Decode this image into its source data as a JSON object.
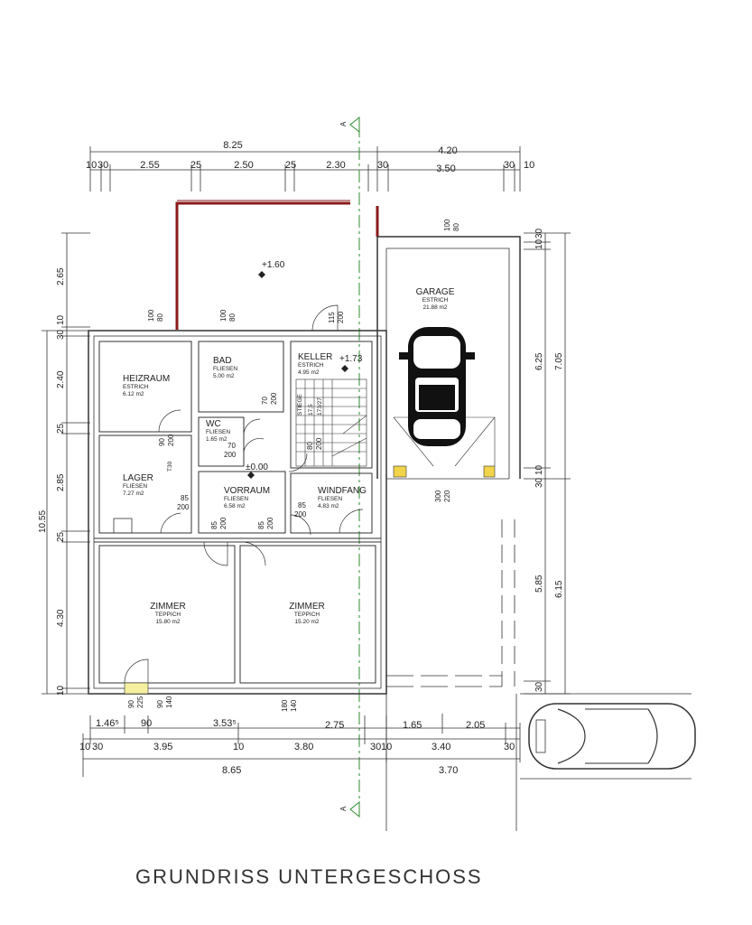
{
  "title": "GRUNDRISS UNTERGESCHOSS",
  "section_marker": "A",
  "levels": {
    "terrace": "+1.60",
    "stairs_top": "+1.73",
    "floor": "±0.00"
  },
  "rooms": [
    {
      "key": "garage",
      "name": "GARAGE",
      "material": "ESTRICH",
      "area": "21.88 m2"
    },
    {
      "key": "heizraum",
      "name": "HEIZRAUM",
      "material": "ESTRICH",
      "area": "6.12 m2"
    },
    {
      "key": "bad",
      "name": "BAD",
      "material": "FLIESEN",
      "area": "5.00 m2"
    },
    {
      "key": "keller",
      "name": "KELLER",
      "material": "ESTRICH",
      "area": "4.95 m2"
    },
    {
      "key": "wc",
      "name": "WC",
      "material": "FLIESEN",
      "area": "1.65 m2"
    },
    {
      "key": "lager",
      "name": "LAGER",
      "material": "FLIESEN",
      "area": "7.27 m2"
    },
    {
      "key": "vorraum",
      "name": "VORRAUM",
      "material": "FLIESEN",
      "area": "6.58 m2"
    },
    {
      "key": "windfang",
      "name": "WINDFANG",
      "material": "FLIESEN",
      "area": "4.83 m2"
    },
    {
      "key": "zimmer1",
      "name": "ZIMMER",
      "material": "TEPPICH",
      "area": "15.80 m2"
    },
    {
      "key": "zimmer2",
      "name": "ZIMMER",
      "material": "TEPPICH",
      "area": "15.20 m2"
    }
  ],
  "stairs": {
    "label": "STIEGE",
    "count": "17,5",
    "rise": "173/27"
  },
  "fire_rating": "T30",
  "dims_top": {
    "overall_left": "8.25",
    "overall_right": "4.20",
    "segments": [
      "10",
      "30",
      "2.55",
      "25",
      "2.50",
      "25",
      "2.30",
      "30",
      "3.50",
      "30",
      "10"
    ]
  },
  "dims_bottom": {
    "row1": [
      "1.46⁵",
      "90",
      "3.53⁵",
      "2.75",
      "1.65",
      "2.05"
    ],
    "row2": [
      "10",
      "30",
      "3.95",
      "10",
      "3.80",
      "30",
      "10",
      "3.40",
      "30"
    ],
    "row3": [
      "8.65",
      "3.70"
    ]
  },
  "dims_left": {
    "overall": "10.55",
    "segments": [
      "2.65",
      "10",
      "30",
      "2.40",
      "25",
      "2.85",
      "25",
      "4.30",
      "10"
    ]
  },
  "dims_right": {
    "outer": [
      "7.05",
      "6.15"
    ],
    "inner": [
      "30",
      "10",
      "6.25",
      "10",
      "30",
      "5.85",
      "30"
    ]
  },
  "openings": [
    {
      "key": "o1",
      "w": "100",
      "h": "80"
    },
    {
      "key": "o2",
      "w": "100",
      "h": "80"
    },
    {
      "key": "o3",
      "w": "100",
      "h": "80"
    },
    {
      "key": "o4",
      "w": "115",
      "h": "200"
    },
    {
      "key": "o5",
      "w": "90",
      "h": "200"
    },
    {
      "key": "o6",
      "w": "70",
      "h": "200"
    },
    {
      "key": "o7",
      "w": "70",
      "h": "200"
    },
    {
      "key": "o8",
      "w": "80",
      "h": "200"
    },
    {
      "key": "o9",
      "w": "85",
      "h": "200"
    },
    {
      "key": "o10",
      "w": "85",
      "h": "200"
    },
    {
      "key": "o11",
      "w": "85",
      "h": "200"
    },
    {
      "key": "o12",
      "w": "85",
      "h": "200"
    },
    {
      "key": "o13",
      "w": "300",
      "h": "220"
    },
    {
      "key": "o14",
      "w": "90",
      "h": "225"
    },
    {
      "key": "o15",
      "w": "90",
      "h": "140"
    },
    {
      "key": "o16",
      "w": "180",
      "h": "140"
    }
  ]
}
